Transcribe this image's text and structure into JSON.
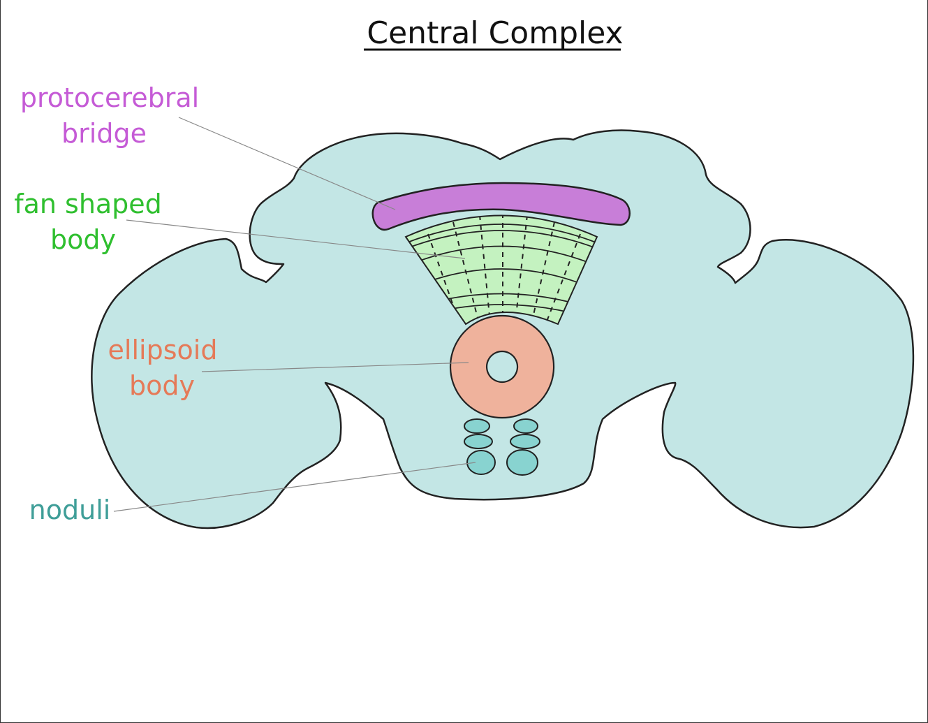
{
  "title": "Central Complex",
  "labels": {
    "pb": [
      "protocerebral",
      "bridge"
    ],
    "fsb": [
      "fan shaped",
      "body"
    ],
    "eb": [
      "ellipsoid",
      "body"
    ],
    "no": [
      "noduli"
    ]
  },
  "colors": {
    "brain": "#c3e6e5",
    "pb": "#c87ed8",
    "fsb": "#c4f2c0",
    "eb": "#efb29c",
    "no": "#88d3d0",
    "pb_label": "#c55bd6",
    "fsb_label": "#2fbf2f",
    "eb_label": "#e57a58",
    "no_label": "#3f9e98",
    "outline": "#222222"
  }
}
